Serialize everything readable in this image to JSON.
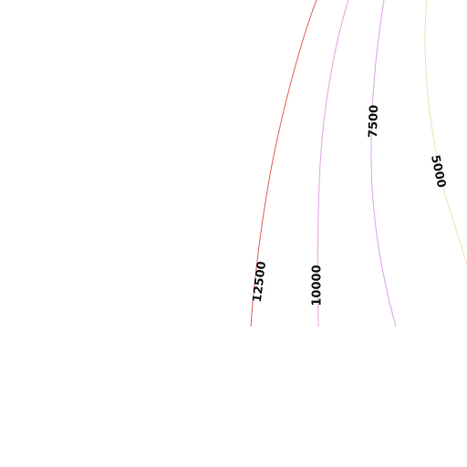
{
  "map": {
    "background": "#ffffff",
    "contours": [
      {
        "level": "12500",
        "color": "#e06060"
      },
      {
        "level": "10000",
        "color": "#e2a6e0"
      },
      {
        "level": "7500",
        "color": "#d9a4e6"
      },
      {
        "level": "5000",
        "color": "#f1e1b4"
      }
    ]
  }
}
